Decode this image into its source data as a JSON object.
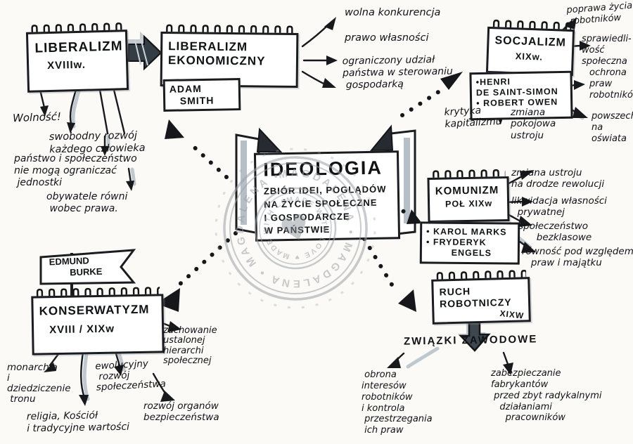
{
  "decor": {
    "coil": "∩∩∩∩∩∩∩∩∩∩∩∩∩∩"
  },
  "center": {
    "title": "IDEOLOGIA",
    "definition": "ZBIÓR IDEI, POGLĄDÓW\nNA ŻYCIE SPOŁECZNE\nI GOSPODARCZE\nW PAŃSTWIE"
  },
  "liberalizm": {
    "title": "LIBERALIZM",
    "period": "XVIIIw.",
    "wolnosc": "Wolność!",
    "swobodny": "swobodny rozwój\nkażdego człowieka",
    "panstwo": "państwo i społeczeństwo\nnie mogą ograniczać\n jednostki",
    "obywatele": "obywatele równi\n wobec prawa."
  },
  "lib_eko": {
    "title": "LIBERALIZM\nEKONOMICZNY",
    "author": "ADAM\n   SMITH",
    "b1": "wolna konkurencja",
    "b2": "prawo własności",
    "b3": "ograniczony udział\npaństwa w sterowaniu\n gospodarką"
  },
  "socjalizm": {
    "title": "SOCJALIZM",
    "period": "XIXw.",
    "thinkers": "•HENRI\nDE SAINT-SIMON\n• ROBERT OWEN",
    "poprawa": "poprawa życia\n robotników",
    "sprawiedliwosc": "sprawiedli-\nwość\nspołeczna",
    "ochrona": "ochrona\npraw\nrobotników",
    "powszechna": "powszech-\nna\noświata",
    "krytyka": "krytyka\nkapitalizmu",
    "zmiana_pokojowa": "zmiana\npokojowa\nustroju"
  },
  "komunizm": {
    "title": "KOMUNIZM",
    "period": "POŁ XIXw",
    "thinkers": "• KAROL MARKS\n• FRYDERYK\n        ENGELS",
    "n1": "zmiana ustroju\nna drodze rewolucji",
    "n2": "likwidacja własności\n  prywatnej",
    "n3": "społeczeństwo\n      bezklasowe",
    "n4": "równość pod względem\n   praw i majątku"
  },
  "konserwatyzm": {
    "flag": "EDMUND\n        BURKE",
    "title": "KONSERWATYZM",
    "period": "XVIII / XIXw",
    "zachowanie": "zachowanie\nustalonej\nhierarchi\nspołecznej",
    "monarchia": "monarchia\ni\ndziedziczenie\n tronu",
    "ewolucyjny": "ewolucyjny\n rozwój\nspołeczeństwa",
    "religia": "religia, Kościół\ni tradycyjne wartości",
    "rozwoj": "rozwój organów\nbezpieczeństwa"
  },
  "ruch": {
    "title": "RUCH\nROBOTNICZY",
    "period": "XIXW",
    "zwiazki": "ZWIĄZKI ZAWODOWE",
    "obrona": " obrona\ninteresów\nrobotników\ni kontrola\n przestrzegania\n ich praw",
    "zabezpieczanie": "zabezpieczanie\nfabrykantów\n przed zbyt radykalnymi\n   działaniami\n     pracowników"
  },
  "watermark": {
    "outer_text": "MAGDALENA • MAGDALENA • MAGDALENA •",
    "inner_text": "MADE WITH LOVE ♥ MADE WITH LOVE",
    "heart": "♥"
  },
  "colors": {
    "ink": "#1a1c1f",
    "marker_gray": "#aeb8c0",
    "stamp_gray": "#9ba1a6"
  }
}
